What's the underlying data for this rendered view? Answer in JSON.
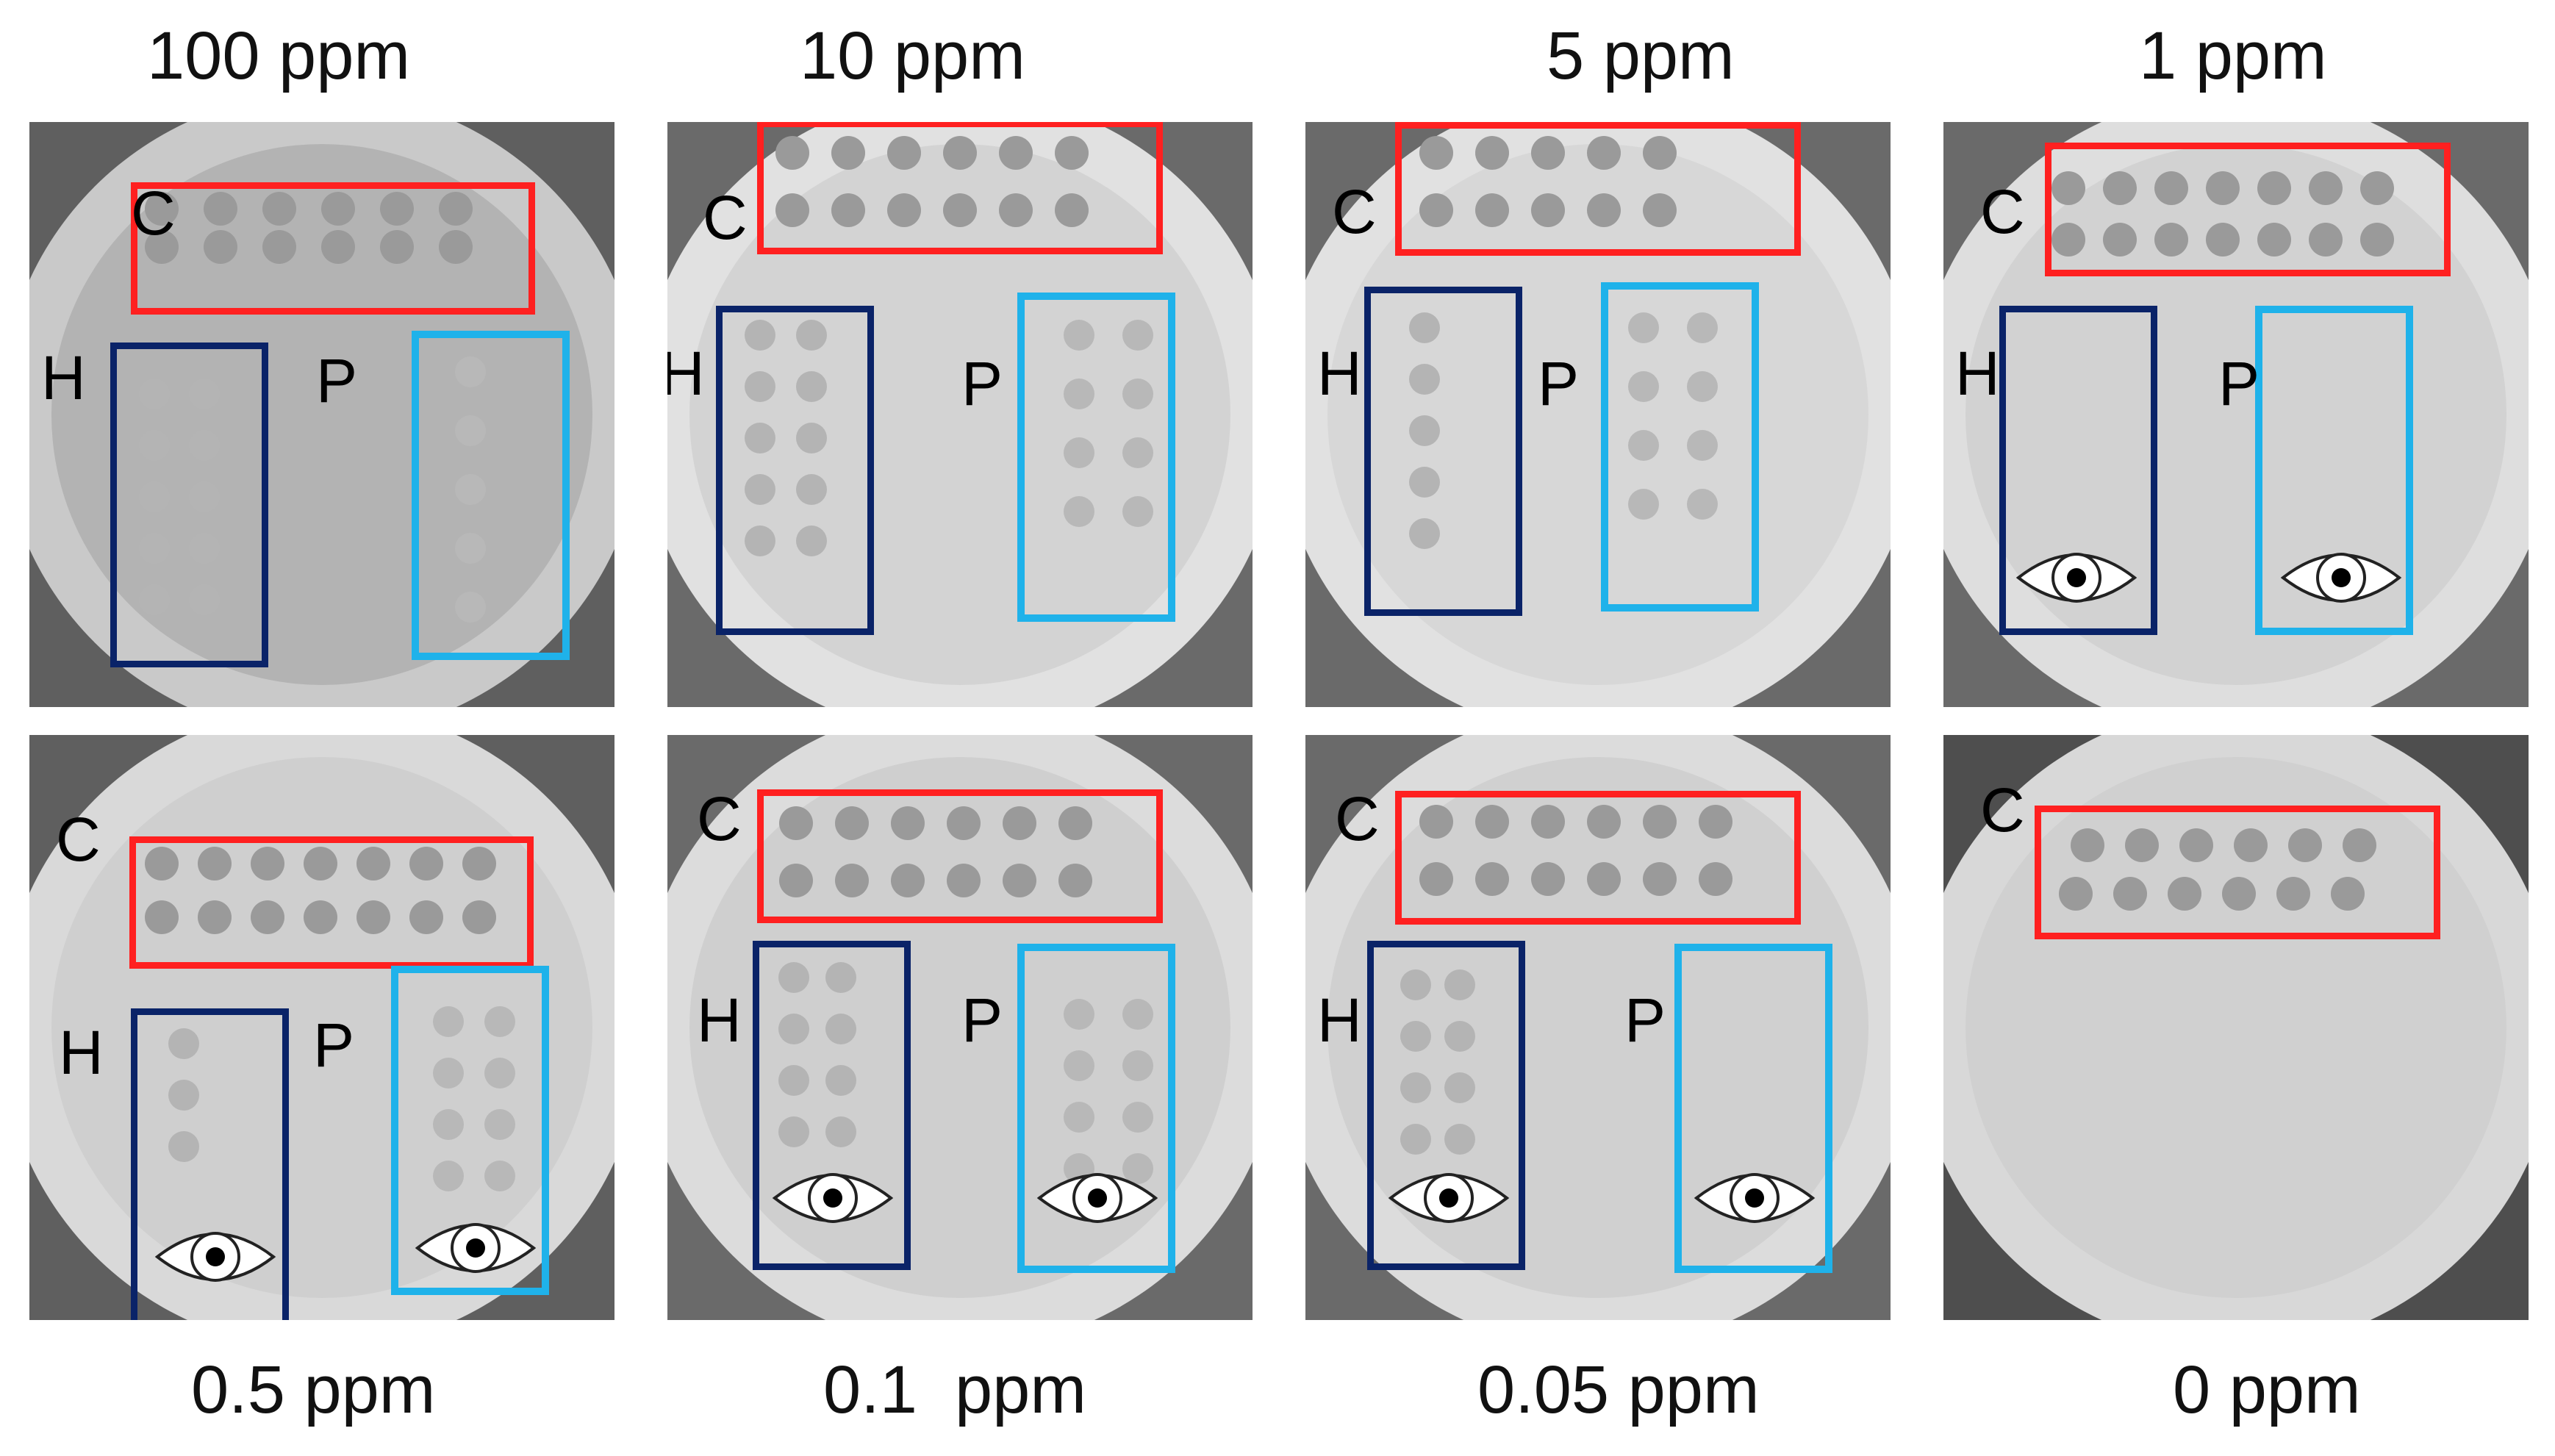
{
  "colors": {
    "control_box": "#ff2020",
    "h_box": "#0a2368",
    "p_box": "#1fb2ea"
  },
  "icons": [
    "eye-icon"
  ],
  "panels": [
    {
      "concentration": "100 ppm",
      "labels": {
        "c": "C",
        "h": "H",
        "p": "P"
      },
      "eye": false
    },
    {
      "concentration": "10 ppm",
      "labels": {
        "c": "C",
        "h": "H",
        "p": "P"
      },
      "eye": false
    },
    {
      "concentration": "5 ppm",
      "labels": {
        "c": "C",
        "h": "H",
        "p": "P"
      },
      "eye": false
    },
    {
      "concentration": "1 ppm",
      "labels": {
        "c": "C",
        "h": "H",
        "p": "P"
      },
      "eye": true
    },
    {
      "concentration": "0.5 ppm",
      "labels": {
        "c": "C",
        "h": "H",
        "p": "P"
      },
      "eye": true
    },
    {
      "concentration": "0.1  ppm",
      "labels": {
        "c": "C",
        "h": "H",
        "p": "P"
      },
      "eye": true
    },
    {
      "concentration": "0.05 ppm",
      "labels": {
        "c": "C",
        "h": "H",
        "p": "P"
      },
      "eye": true
    },
    {
      "concentration": "0 ppm",
      "labels": {
        "c": "C"
      },
      "eye": false
    }
  ]
}
